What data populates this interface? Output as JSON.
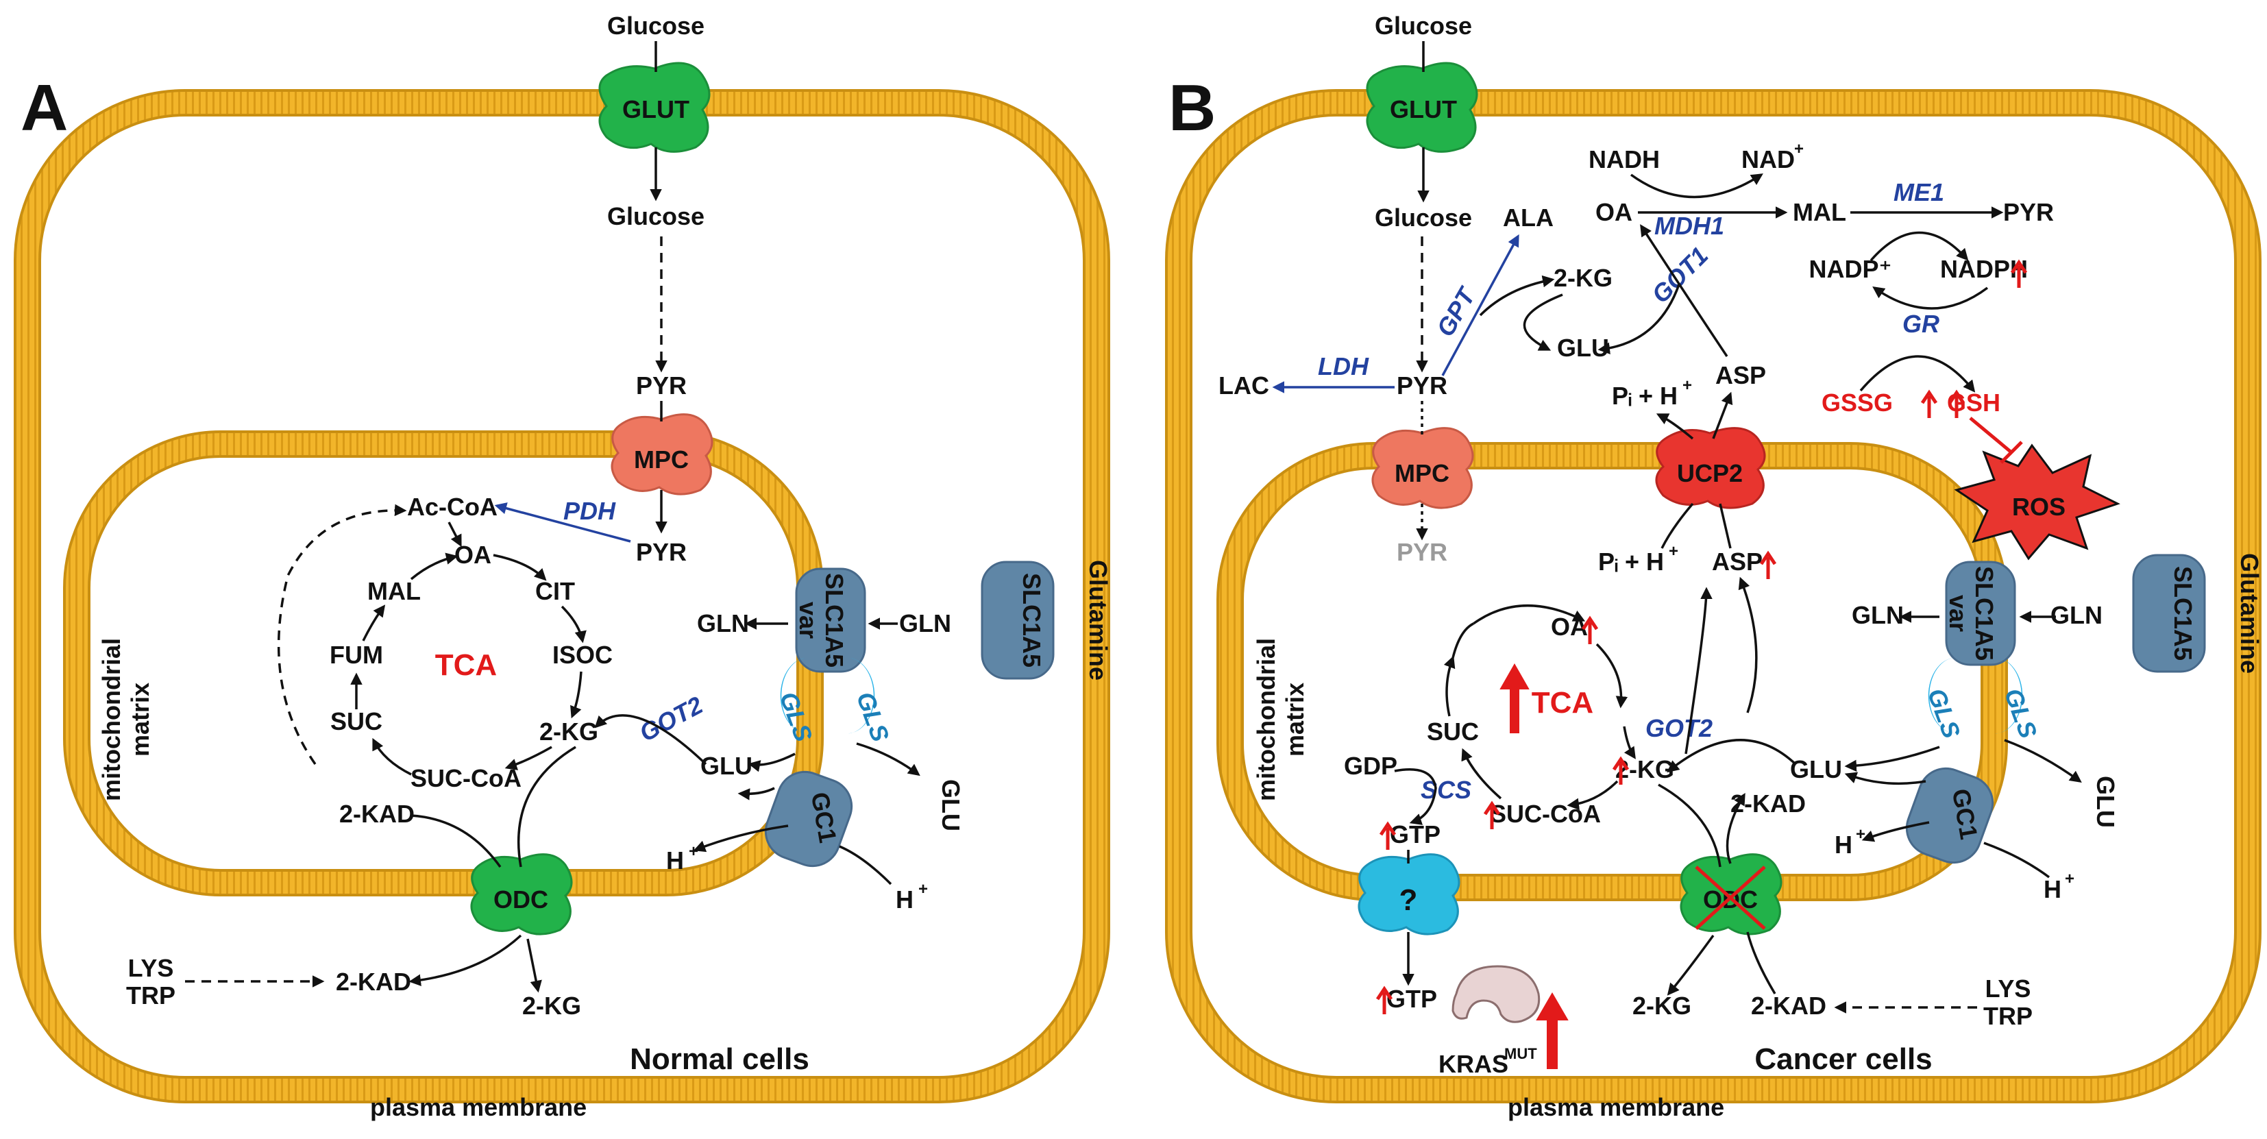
{
  "panel_a": {
    "letter": "A",
    "caption": "Normal cells",
    "plasma_membrane": "plasma membrane",
    "mito_matrix": [
      "mitochondrial",
      "matrix"
    ],
    "transporters": {
      "glut": "GLUT",
      "mpc": "MPC",
      "slc1a5var": [
        "SLC1A5",
        "var"
      ],
      "slc1a5": "SLC1A5",
      "gc1": "GC1",
      "odc": "ODC"
    },
    "metabolites": {
      "glucose_out": "Glucose",
      "glucose_in": "Glucose",
      "pyr_cyto": "PYR",
      "pyr_mito": "PYR",
      "accoa": "Ac-CoA",
      "oa": "OA",
      "cit": "CIT",
      "isoc": "ISOC",
      "kg2": "2-KG",
      "succoa": "SUC-CoA",
      "suc": "SUC",
      "fum": "FUM",
      "mal": "MAL",
      "tca": "TCA",
      "kad_mito": "2-KAD",
      "gln_in": "GLN",
      "gln_cyto": "GLN",
      "glutamine": "Glutamine",
      "glu_mito": "GLU",
      "glu_cyto": "GLU",
      "h_mito": "H",
      "h_cyto": "H",
      "kad_cyto": "2-KAD",
      "kg_cyto": "2-KG",
      "lys": "LYS",
      "trp": "TRP"
    },
    "enzymes": {
      "pdh": "PDH",
      "got2": "GOT2",
      "gls1": "GLS",
      "gls2": "GLS"
    }
  },
  "panel_b": {
    "letter": "B",
    "caption": "Cancer cells",
    "plasma_membrane": "plasma membrane",
    "mito_matrix": [
      "mitochondrial",
      "matrix"
    ],
    "transporters": {
      "glut": "GLUT",
      "mpc": "MPC",
      "ucp2": "UCP2",
      "slc1a5var": [
        "SLC1A5",
        "var"
      ],
      "slc1a5": "SLC1A5",
      "gc1": "GC1",
      "odc": "ODC",
      "unknown": "?"
    },
    "metabolites": {
      "glucose_out": "Glucose",
      "glucose_in": "Glucose",
      "pyr_cyto": "PYR",
      "pyr_mito": "PYR",
      "lac": "LAC",
      "ala": "ALA",
      "kg_cyto": "2-KG",
      "glu_cyto": "GLU",
      "nadh": "NADH",
      "nad": "NAD",
      "oa_cyto": "OA",
      "mal": "MAL",
      "pyr_me": "PYR",
      "nadp": "NADP⁺",
      "nadph": "NADPH",
      "gssg": "GSSG",
      "gsh": "GSH",
      "ros": "ROS",
      "pi_h_top": "Pᵢ + H",
      "asp_top": "ASP",
      "pi_h_mito": "Pᵢ + H",
      "asp_mito": "ASP",
      "oa_mito": "OA",
      "tca": "TCA",
      "suc": "SUC",
      "gdp": "GDP",
      "succoa": "SUC-CoA",
      "gtp_mito": "GTP",
      "kg_mito": "2-KG",
      "kad_mito": "2-KAD",
      "gtp_cyto": "GTP",
      "kras": "KRAS",
      "kras_sup": "MUT",
      "gln_in": "GLN",
      "gln_cyto": "GLN",
      "glutamine": "Glutamine",
      "glu_mito": "GLU",
      "glu_cyto2": "GLU",
      "h_mito": "H",
      "h_cyto": "H",
      "kg_out": "2-KG",
      "kad_out": "2-KAD",
      "lys": "LYS",
      "trp": "TRP"
    },
    "enzymes": {
      "ldh": "LDH",
      "gpt": "GPT",
      "mdh1": "MDH1",
      "got1": "GOT1",
      "me1": "ME1",
      "gr": "GR",
      "got2": "GOT2",
      "scs": "SCS",
      "gls1": "GLS",
      "gls2": "GLS"
    }
  },
  "colors": {
    "membrane": "#f2b52a",
    "membrane_dark": "#c98f12",
    "glut": "#22b24a",
    "mpc": "#ee7760",
    "ucp2": "#e8352f",
    "slc": "#5f86a6",
    "gls": "#29b3e8",
    "unknown": "#2bbbe0",
    "enzyme_text": "#2342a0",
    "increase_red": "#e21a1a",
    "ros": "#e8352f",
    "kras": "#e8d3d3"
  }
}
